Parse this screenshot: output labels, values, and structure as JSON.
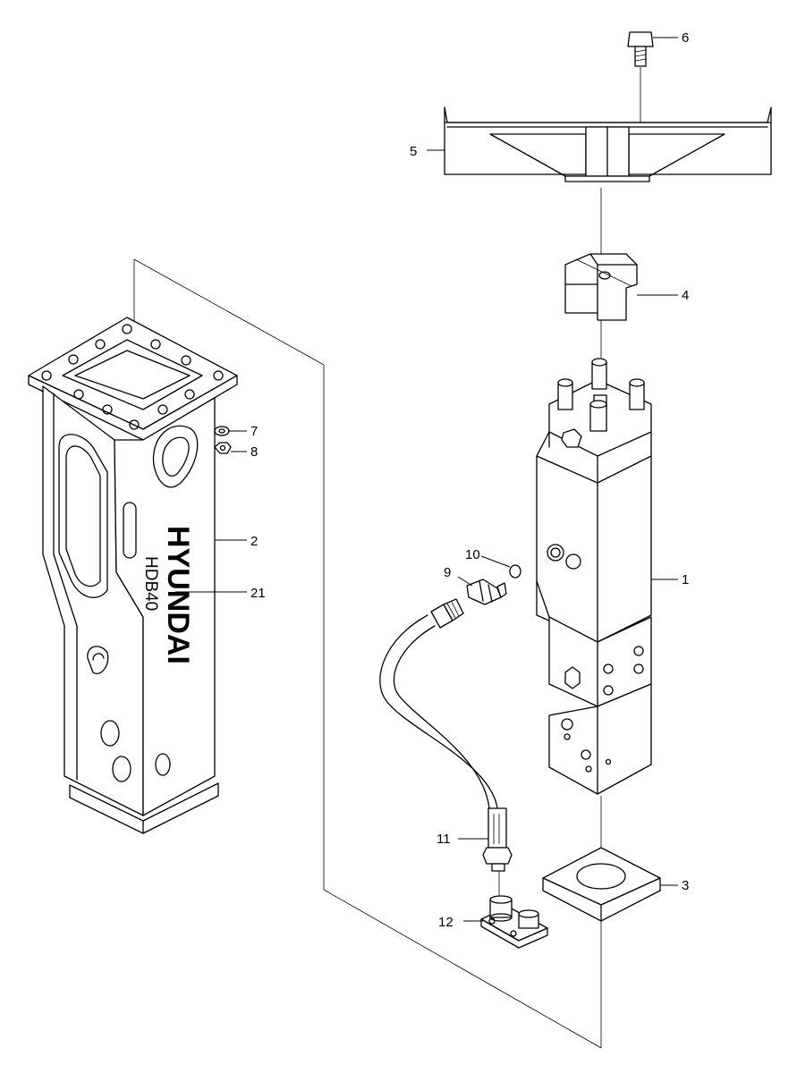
{
  "diagram": {
    "brand_text": "HYUNDAI",
    "model_text": "HDB40",
    "callouts": [
      {
        "id": "1",
        "label": "1"
      },
      {
        "id": "2",
        "label": "2"
      },
      {
        "id": "3",
        "label": "3"
      },
      {
        "id": "4",
        "label": "4"
      },
      {
        "id": "5",
        "label": "5"
      },
      {
        "id": "6",
        "label": "6"
      },
      {
        "id": "7",
        "label": "7"
      },
      {
        "id": "8",
        "label": "8"
      },
      {
        "id": "9",
        "label": "9"
      },
      {
        "id": "10",
        "label": "10"
      },
      {
        "id": "11",
        "label": "11"
      },
      {
        "id": "12",
        "label": "12"
      },
      {
        "id": "21",
        "label": "21"
      }
    ]
  }
}
